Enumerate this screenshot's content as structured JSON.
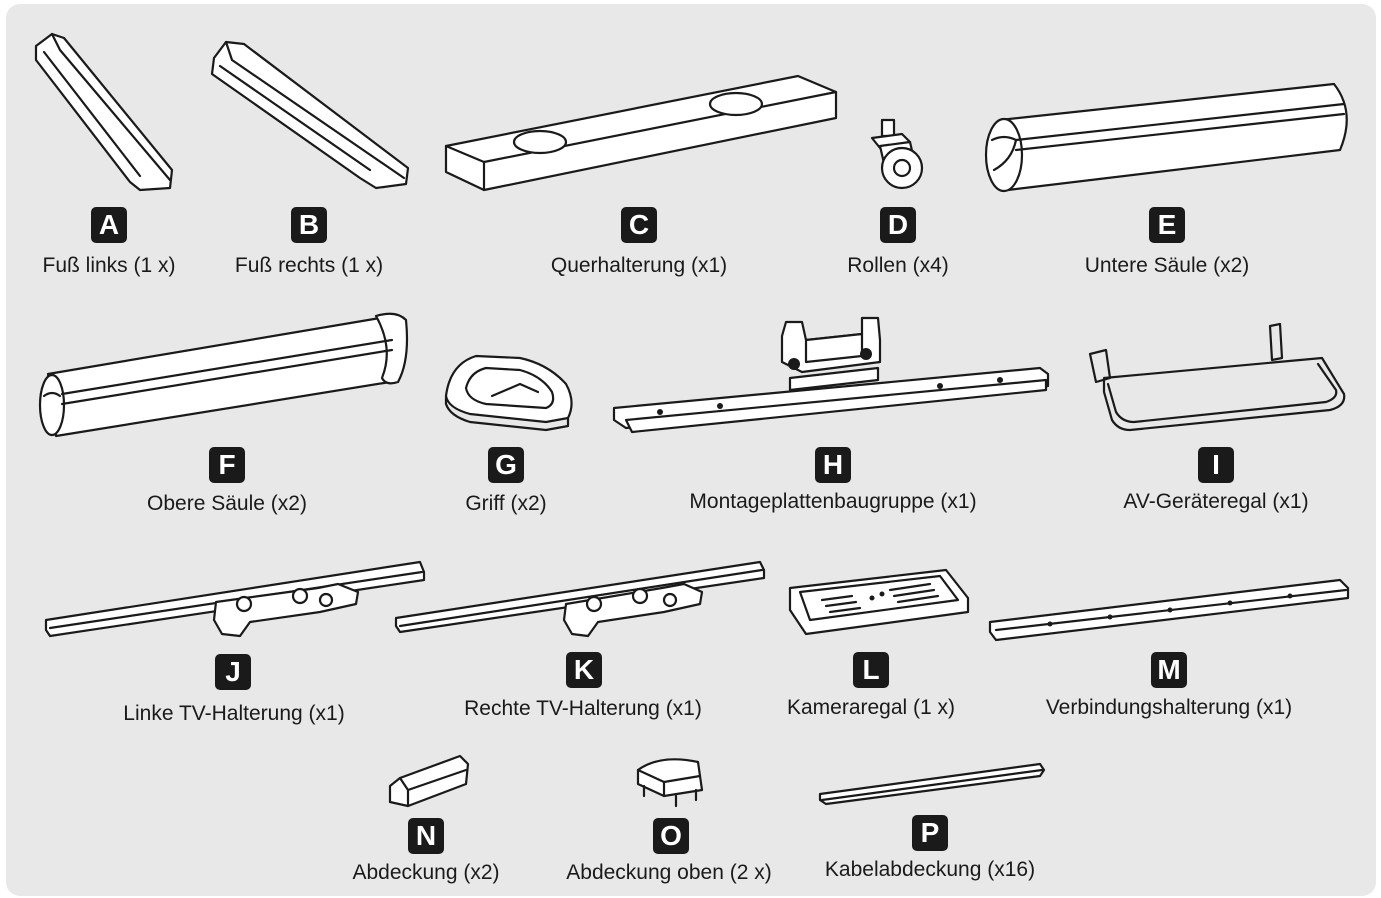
{
  "parts": [
    {
      "letter": "A",
      "label": "Fuß links (1 x)"
    },
    {
      "letter": "B",
      "label": "Fuß rechts (1 x)"
    },
    {
      "letter": "C",
      "label": "Querhalterung (x1)"
    },
    {
      "letter": "D",
      "label": "Rollen (x4)"
    },
    {
      "letter": "E",
      "label": "Untere Säule (x2)"
    },
    {
      "letter": "F",
      "label": "Obere Säule (x2)"
    },
    {
      "letter": "G",
      "label": "Griff (x2)"
    },
    {
      "letter": "H",
      "label": "Montageplattenbaugruppe (x1)"
    },
    {
      "letter": "I",
      "label": "AV-Geräteregal (x1)"
    },
    {
      "letter": "J",
      "label": "Linke TV-Halterung (x1)"
    },
    {
      "letter": "K",
      "label": "Rechte TV-Halterung (x1)"
    },
    {
      "letter": "L",
      "label": "Kameraregal (1 x)"
    },
    {
      "letter": "M",
      "label": "Verbindungshalterung (x1)"
    },
    {
      "letter": "N",
      "label": "Abdeckung (x2)"
    },
    {
      "letter": "O",
      "label": "Abdeckung oben (2 x)"
    },
    {
      "letter": "P",
      "label": "Kabelabdeckung (x16)"
    }
  ],
  "colors": {
    "background": "#e8e8e8",
    "ink": "#1a1a1a",
    "badge_text": "#ffffff"
  }
}
